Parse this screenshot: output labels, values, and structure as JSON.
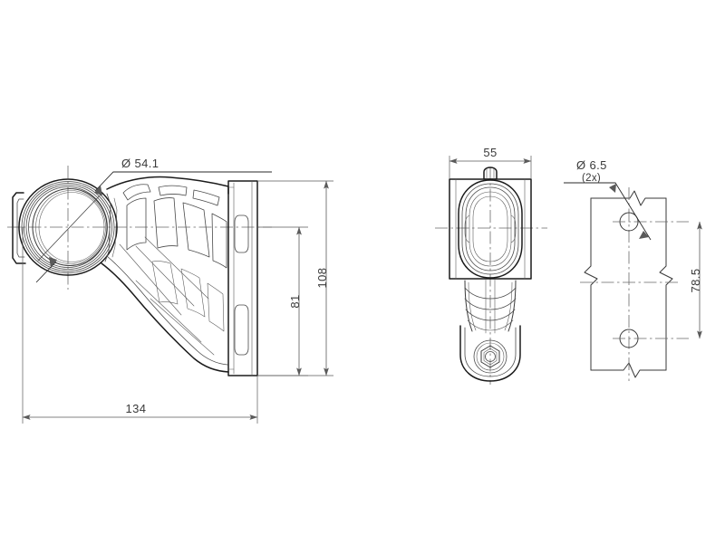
{
  "drawing": {
    "title": "Trailer marker lamp outline drawing",
    "background_color": "#ffffff",
    "line_color": "#1b1b1b",
    "dimension_color": "#5a5a5a",
    "views": [
      {
        "name": "side-view",
        "label": ""
      },
      {
        "name": "front-view",
        "label": ""
      },
      {
        "name": "mounting-plate-view",
        "label": ""
      }
    ],
    "dimensions": {
      "lens_diameter": {
        "text": "Ø 54.1",
        "value": 54.1,
        "symbol": "diameter",
        "view": "side-view"
      },
      "height_total": {
        "text": "108",
        "value": 108,
        "view": "side-view",
        "orientation": "vertical"
      },
      "height_partial": {
        "text": "81",
        "value": 81,
        "view": "side-view",
        "orientation": "vertical"
      },
      "length_total": {
        "text": "134",
        "value": 134,
        "view": "side-view",
        "orientation": "horizontal"
      },
      "width_total": {
        "text": "55",
        "value": 55,
        "view": "front-view",
        "orientation": "horizontal"
      },
      "hole_diameter": {
        "text": "Ø 6.5",
        "value": 6.5,
        "symbol": "diameter",
        "view": "mounting-plate-view"
      },
      "hole_quantity": {
        "text": "(2x)",
        "value": 2,
        "view": "mounting-plate-view"
      },
      "hole_spacing": {
        "text": "78.5",
        "value": 78.5,
        "view": "mounting-plate-view",
        "orientation": "vertical"
      }
    }
  }
}
